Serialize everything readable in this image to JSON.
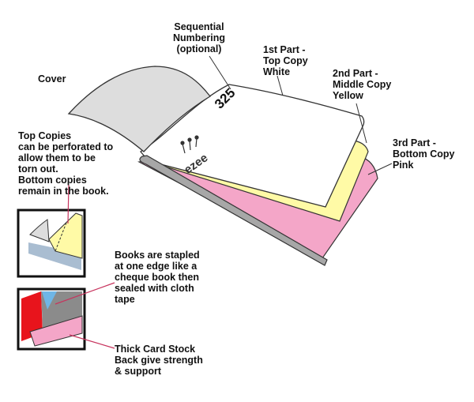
{
  "labels": {
    "numbering": [
      "Sequential",
      "Numbering",
      "(optional)"
    ],
    "part1": [
      "1st Part -",
      "Top Copy",
      "White"
    ],
    "part2": [
      "2nd Part -",
      "Middle Copy",
      "Yellow"
    ],
    "part3": [
      "3rd Part -",
      "Bottom Copy",
      "Pink"
    ],
    "cover": [
      "Cover"
    ],
    "perforated": [
      "Top Copies",
      "can be perforated to",
      "allow them to be",
      "torn out.",
      "Bottom copies",
      "remain in the book."
    ],
    "stapled": [
      "Books are stapled",
      "at one edge like a",
      "cheque book then",
      "sealed with cloth",
      "tape"
    ],
    "cardstock": [
      "Thick Card Stock",
      "Back give strength",
      "& support"
    ]
  },
  "sheet_number": "325",
  "logo_text": "ezee",
  "colors": {
    "white_sheet": "#ffffff",
    "yellow_sheet": "#fffaa6",
    "pink_sheet": "#f4a6c8",
    "cover": "#dddddd",
    "spine": "#a7a7a7",
    "leader": "#c7335d",
    "inset_border": "#111111",
    "red_tape": "#e8141c",
    "blue_edge": "#a9bdd1"
  }
}
